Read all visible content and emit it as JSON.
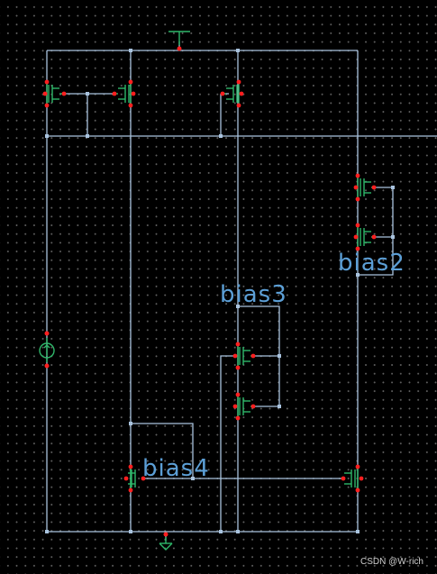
{
  "labels": {
    "bias2": "bias2",
    "bias3": "bias3",
    "bias4": "bias4"
  },
  "watermark": "CSDN @W-rich",
  "colors": {
    "background": "#000000",
    "grid_dot": "#5f5f5f",
    "wire": "#a9c3de",
    "device": "#2fb86a",
    "pin": "#ff1f1f",
    "net_label": "#5c9fd6",
    "watermark": "#cfcfcf"
  },
  "icons": {
    "supply": "vdd-symbol",
    "ground": "ground-symbol",
    "source": "current-source-symbol",
    "transistor": "mosfet-symbol"
  }
}
